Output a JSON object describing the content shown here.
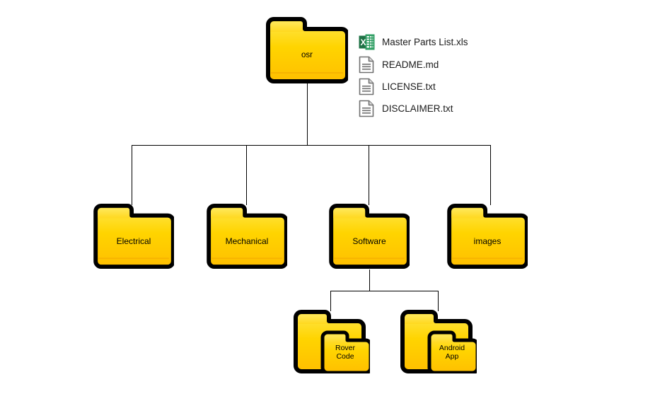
{
  "diagram": {
    "type": "folder-tree",
    "title": "osr repository folder structure",
    "background_color": "#ffffff",
    "line_color": "#000000",
    "folder_colors": {
      "outline": "#000000",
      "fill_top": "#ffe74d",
      "fill_mid": "#ffd400",
      "fill_bottom": "#ffbf00"
    }
  },
  "root": {
    "name": "osr",
    "label": "osr"
  },
  "root_files": [
    {
      "name": "Master Parts List.xls",
      "icon": "excel-file-icon",
      "icon_colors": {
        "dark": "#1f7246",
        "light": "#2f9e63"
      }
    },
    {
      "name": "README.md",
      "icon": "text-file-icon",
      "icon_colors": {
        "outline": "#707070",
        "fill": "#ffffff"
      }
    },
    {
      "name": "LICENSE.txt",
      "icon": "text-file-icon",
      "icon_colors": {
        "outline": "#707070",
        "fill": "#ffffff"
      }
    },
    {
      "name": "DISCLAIMER.txt",
      "icon": "text-file-icon",
      "icon_colors": {
        "outline": "#707070",
        "fill": "#ffffff"
      }
    }
  ],
  "level2": [
    {
      "name": "Electrical",
      "label": "Electrical"
    },
    {
      "name": "Mechanical",
      "label": "Mechanical"
    },
    {
      "name": "Software",
      "label": "Software"
    },
    {
      "name": "images",
      "label": "images"
    }
  ],
  "level3": [
    {
      "name": "Rover Code",
      "label": "Rover\nCode",
      "parent": "Software"
    },
    {
      "name": "Android App",
      "label": "Android\nApp",
      "parent": "Software"
    }
  ]
}
